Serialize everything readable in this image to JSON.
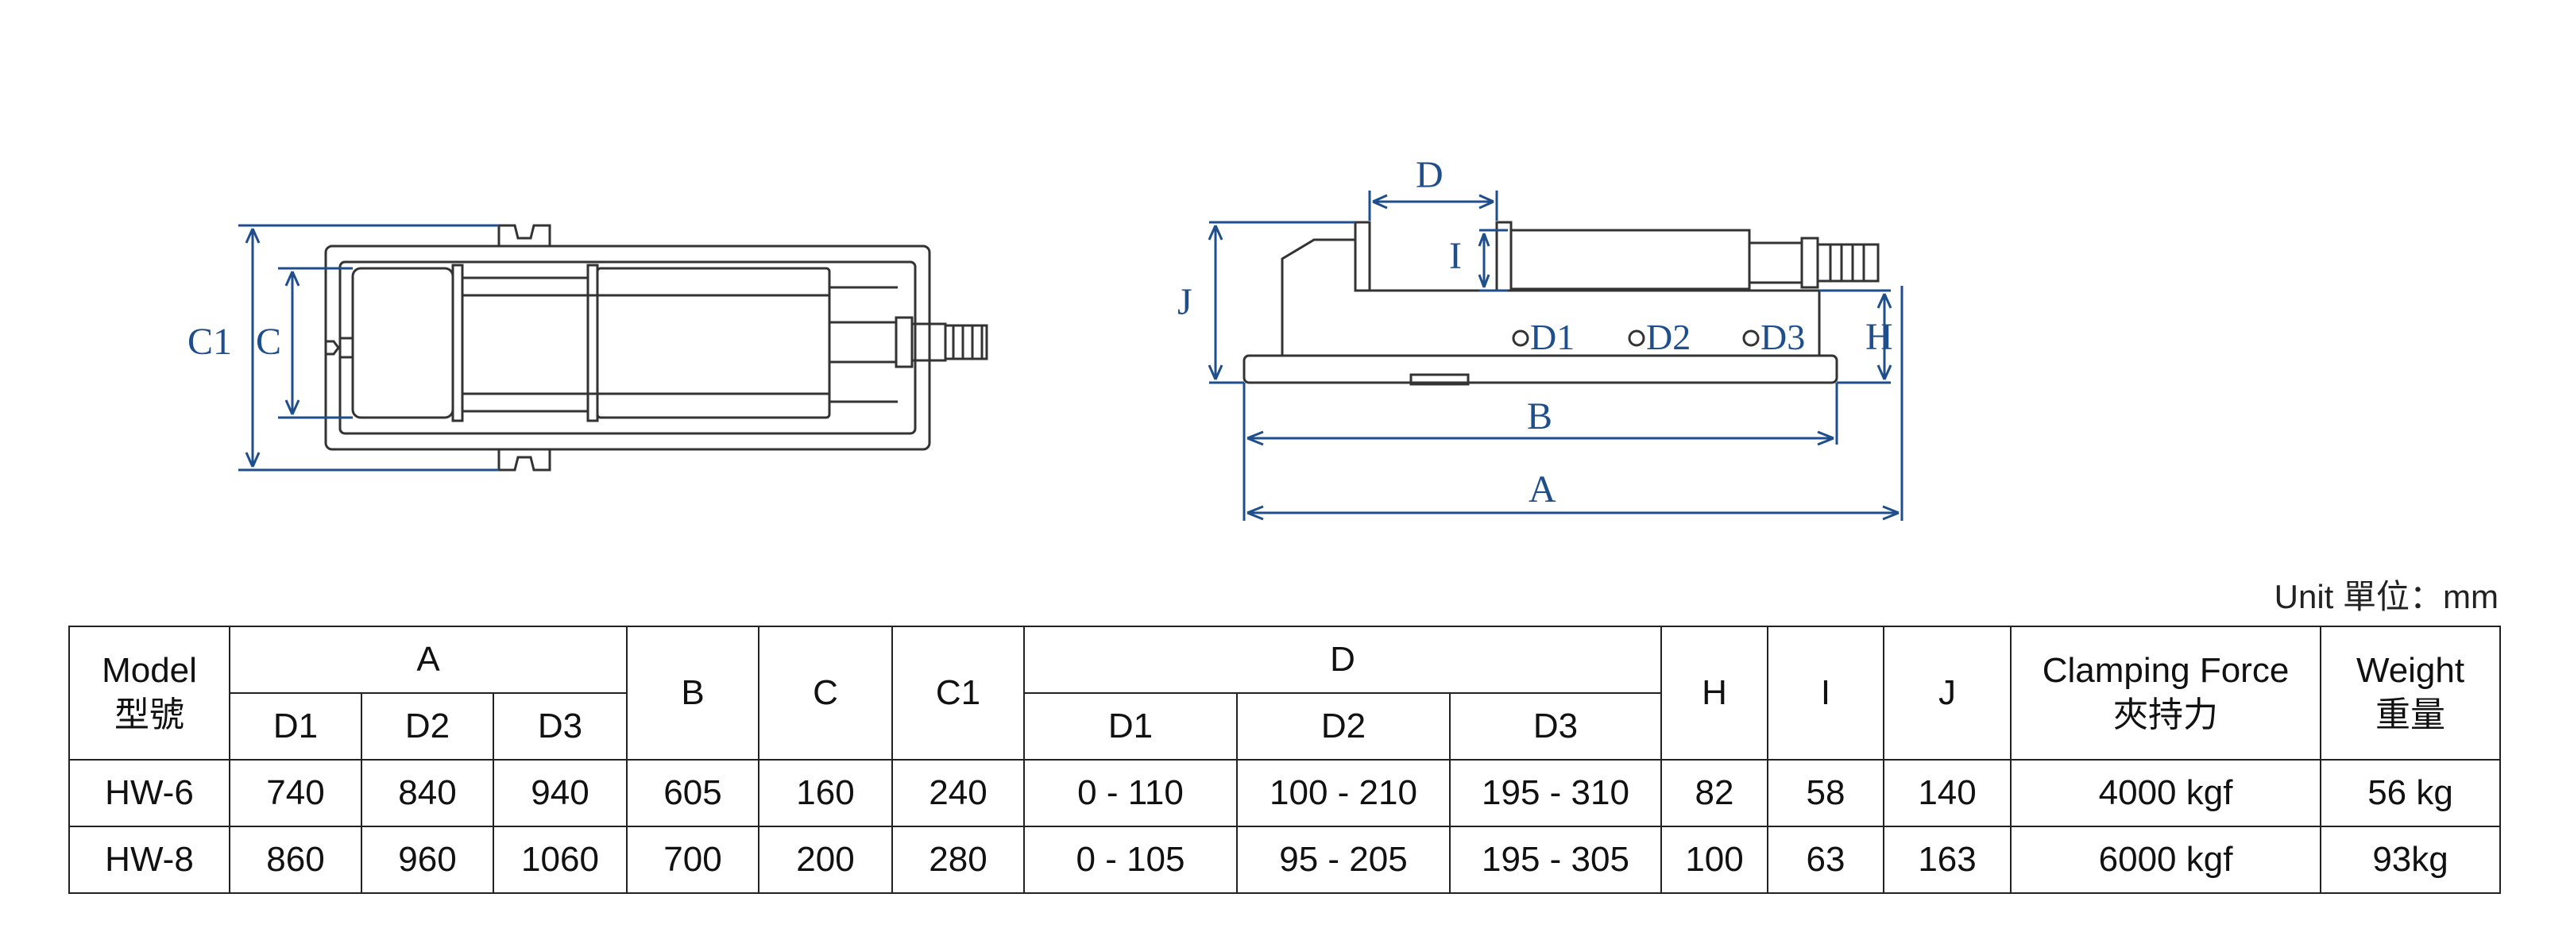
{
  "diagram": {
    "left_labels": {
      "c1": "C1",
      "c": "C"
    },
    "right_labels": {
      "d": "D",
      "i": "I",
      "j": "J",
      "d1": "D1",
      "d2": "D2",
      "d3": "D3",
      "h": "H",
      "b": "B",
      "a": "A"
    },
    "dimension_color": "#1f4e8c",
    "line_color": "#333333"
  },
  "unit": "Unit 單位：mm",
  "table": {
    "headers": {
      "model": "Model",
      "model_cn": "型號",
      "a": "A",
      "a_d1": "D1",
      "a_d2": "D2",
      "a_d3": "D3",
      "b": "B",
      "c": "C",
      "c1": "C1",
      "d": "D",
      "d_d1": "D1",
      "d_d2": "D2",
      "d_d3": "D3",
      "h": "H",
      "i": "I",
      "j": "J",
      "clamp": "Clamping Force",
      "clamp_cn": "夾持力",
      "weight": "Weight",
      "weight_cn": "重量"
    },
    "rows": [
      {
        "model": "HW-6",
        "a1": "740",
        "a2": "840",
        "a3": "940",
        "b": "605",
        "c": "160",
        "c1": "240",
        "d1": "0 - 110",
        "d2": "100 - 210",
        "d3": "195 - 310",
        "h": "82",
        "i": "58",
        "j": "140",
        "clamp": "4000 kgf",
        "weight": "56 kg"
      },
      {
        "model": "HW-8",
        "a1": "860",
        "a2": "960",
        "a3": "1060",
        "b": "700",
        "c": "200",
        "c1": "280",
        "d1": "0 - 105",
        "d2": "95 - 205",
        "d3": "195 - 305",
        "h": "100",
        "i": "63",
        "j": "163",
        "clamp": "6000 kgf",
        "weight": "93kg"
      }
    ]
  }
}
